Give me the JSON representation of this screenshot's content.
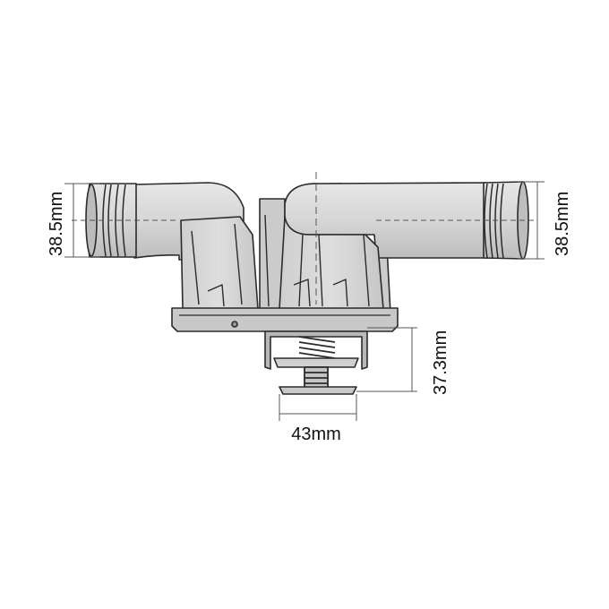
{
  "dimensions": {
    "left_outlet_diameter": "38.5mm",
    "right_outlet_diameter": "38.5mm",
    "thermostat_height": "37.3mm",
    "valve_diameter": "43mm"
  },
  "colors": {
    "body_fill": "#d9d9d9",
    "body_shade": "#c4c4c4",
    "outline": "#2b2b2b",
    "dimension_line": "#555555",
    "label": "#111111",
    "background": "#ffffff"
  }
}
